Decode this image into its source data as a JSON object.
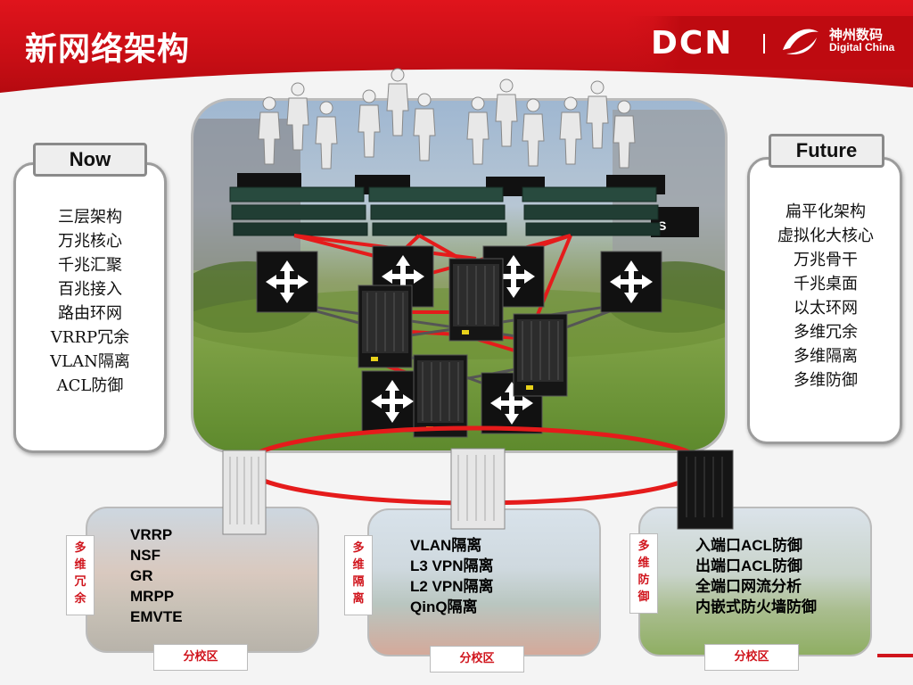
{
  "header": {
    "title": "新网络架构",
    "brand": "DCN",
    "brand_cn": "神州数码",
    "brand_en": "Digital China"
  },
  "now": {
    "tab": "Now",
    "items": [
      "三层架构",
      "万兆核心",
      "千兆汇聚",
      "百兆接入",
      "路由环网",
      "VRRP冗余",
      "VLAN隔离",
      "ACL防御"
    ]
  },
  "future": {
    "tab": "Future",
    "items": [
      "扁平化架构",
      "虚拟化大核心",
      "万兆骨干",
      "千兆桌面",
      "以太环网",
      "多维冗余",
      "多维隔离",
      "多维防御"
    ]
  },
  "branches": [
    {
      "tag": "多维冗余",
      "items": [
        "VRRP",
        "NSF",
        "GR",
        "MRPP",
        "EMVTE"
      ],
      "label": "分校区"
    },
    {
      "tag": "多维隔离",
      "items": [
        "VLAN隔离",
        "L3 VPN隔离",
        "L2 VPN隔离",
        "QinQ隔离"
      ],
      "label": "分校区"
    },
    {
      "tag": "多维防御",
      "items": [
        "入端口ACL防御",
        "出端口ACL防御",
        "全端口网流分析",
        "内嵌式防火墙防御"
      ],
      "label": "分校区"
    }
  ],
  "switch_badge": "S",
  "colors": {
    "brand_red": "#d0141c",
    "ring_red": "#e51b1b"
  }
}
